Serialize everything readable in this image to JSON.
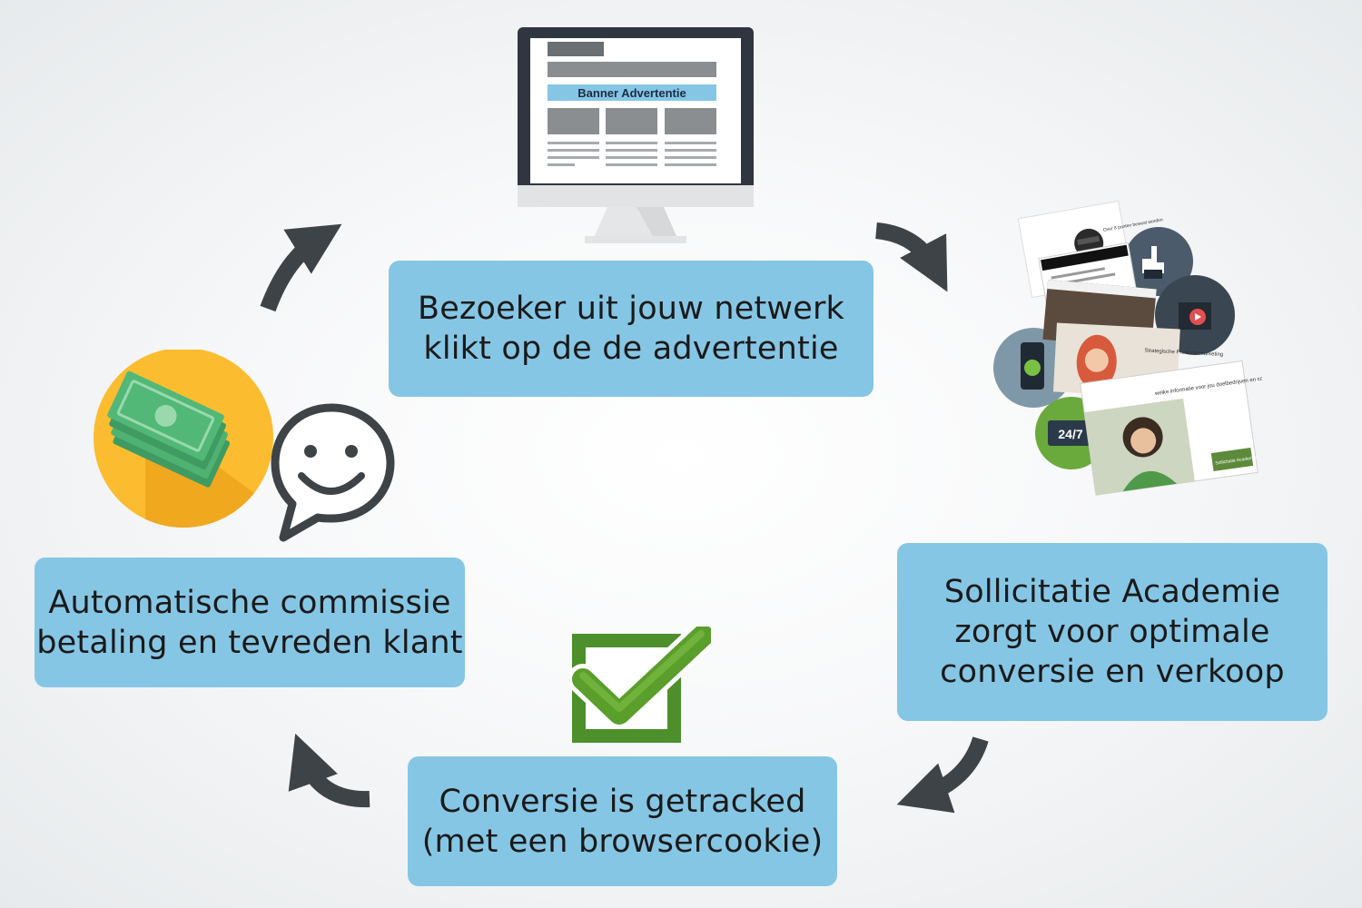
{
  "steps": {
    "visitor": {
      "line1": "Bezoeker uit jouw netwerk",
      "line2": "klikt op de de advertentie"
    },
    "conversion": {
      "line1": "Sollicitatie Academie",
      "line2": "zorgt voor optimale",
      "line3": "conversie en verkoop"
    },
    "tracked": {
      "line1": "Conversie is getracked",
      "line2": "(met een browsercookie)"
    },
    "commission": {
      "line1": "Automatische commissie",
      "line2": "betaling en tevreden klant"
    }
  },
  "monitor": {
    "banner_label": "Banner Advertentie"
  },
  "collage": {
    "slide1_text": "Over 8 punten bewust worden",
    "slide3_text": "Strategische Productiemarketing",
    "slide4_text": "welke informatie voor jou doelbedrijven en contactpersonen van waarde is?",
    "slide4_brand": "Sollicitatie Academie",
    "badge_247": "24/7"
  },
  "colors": {
    "box": "#86c6e5",
    "arrow": "#3d4347",
    "check": "#5a9e2b",
    "coin": "#fbbd2f",
    "money": "#52b878"
  }
}
